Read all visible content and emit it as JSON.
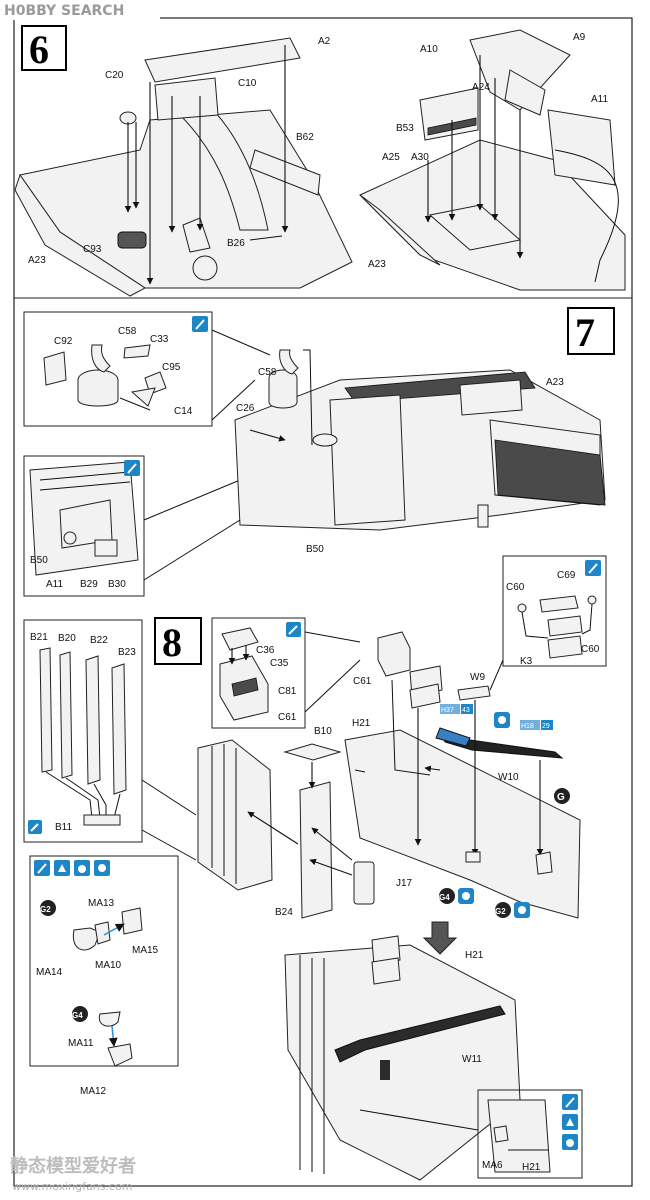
{
  "watermark": {
    "top": "H0BBY SEARCH",
    "bottom_cn": "静态模型爱好者",
    "bottom_url": "www.moxingfans.com"
  },
  "steps": {
    "s6": "6",
    "s7": "7",
    "s8": "8"
  },
  "step6": {
    "left": [
      "A2",
      "C20",
      "C10",
      "B62",
      "C93",
      "B26",
      "A23"
    ],
    "right": [
      "A10",
      "A9",
      "A24",
      "A11",
      "B53",
      "A25",
      "A30",
      "A23"
    ]
  },
  "step7": {
    "detail1": [
      "C92",
      "C58",
      "C33",
      "C95",
      "C14"
    ],
    "detail2": [
      "B50",
      "A11",
      "B29",
      "B30"
    ],
    "main": [
      "C58",
      "C26",
      "A23",
      "B50"
    ]
  },
  "step8": {
    "detail_plates": [
      "B21",
      "B20",
      "B22",
      "B23",
      "B11"
    ],
    "detail_box": [
      "C36",
      "C35",
      "C81",
      "C61"
    ],
    "detail_mg": [
      "C60",
      "C69",
      "C60",
      "K3"
    ],
    "main": [
      "C61",
      "W9",
      "H21",
      "B10",
      "W10",
      "J17",
      "B24"
    ],
    "refs": [
      "H37",
      "43",
      "H18",
      "29"
    ],
    "circle_g": "G",
    "tag_g4": "G4",
    "tag_g2": "G2",
    "sub_g2": [
      "MA13",
      "MA15",
      "MA14",
      "MA10"
    ],
    "sub_g4": [
      "MA11",
      "MA12"
    ],
    "result": [
      "H21",
      "W11"
    ],
    "result_detail": [
      "MA6",
      "H21"
    ]
  }
}
